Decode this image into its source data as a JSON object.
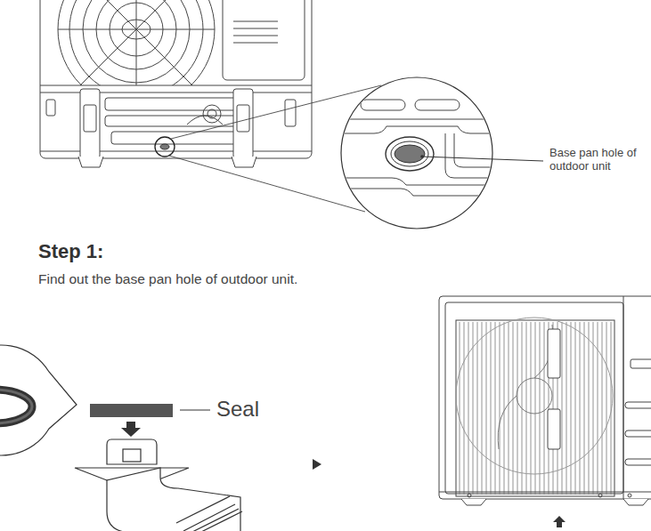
{
  "diagram": {
    "title": "Step 1:",
    "labels": [
      "Base pan hole of outdoor unit",
      "Find out the base pan hole of outdoor unit.",
      "Seal"
    ]
  }
}
